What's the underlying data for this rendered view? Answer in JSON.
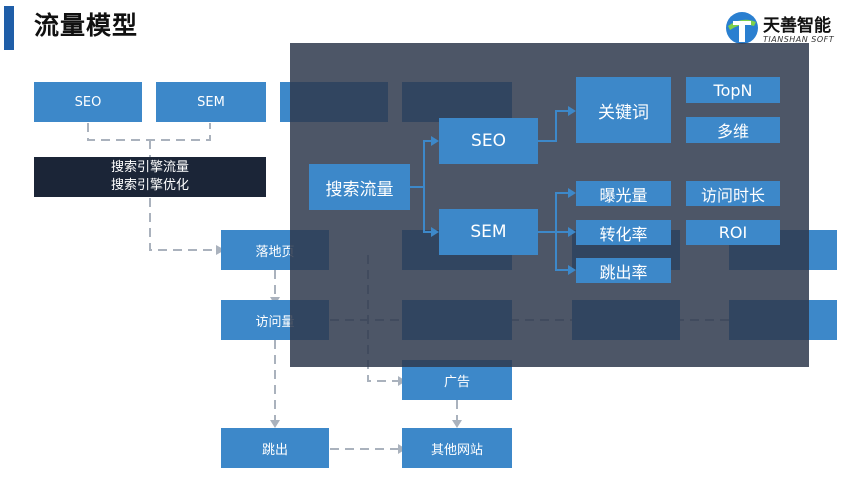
{
  "title": "流量模型",
  "logo": {
    "name": "天善智能",
    "sub": "TIANSHAN SOFT"
  },
  "background_nodes": {
    "seo": "SEO",
    "sem": "SEM",
    "search_traffic_line1": "搜索引擎流量",
    "search_traffic_line2": "搜索引擎优化",
    "landing_page": "落地页",
    "visits": "访问量",
    "ads": "广告",
    "bounce": "跳出",
    "other_sites": "其他网站"
  },
  "overlay": {
    "search_traffic": "搜索流量",
    "seo": "SEO",
    "sem": "SEM",
    "keywords": "关键词",
    "topn": "TopN",
    "multi_dim": "多维",
    "impressions": "曝光量",
    "conversion_rate": "转化率",
    "bounce_rate": "跳出率",
    "visit_duration": "访问时长",
    "roi": "ROI"
  },
  "colors": {
    "node_blue": "#3d88c9",
    "dark_node": "#1b2537",
    "title_bar": "#1f5ea8",
    "overlay": "#303a4e"
  }
}
